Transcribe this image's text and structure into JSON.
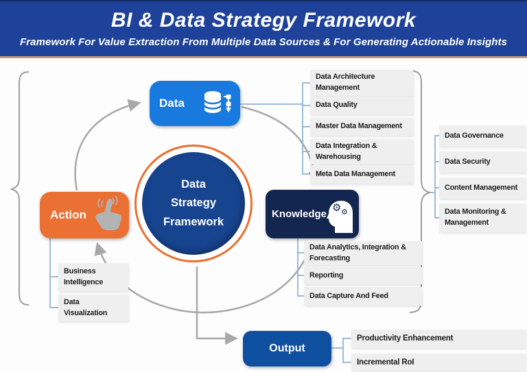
{
  "header": {
    "title": "BI & Data Strategy Framework",
    "subtitle": "Framework For Value Extraction From Multiple Data Sources & For Generating Actionable Insights"
  },
  "center_node": {
    "label": "Data\nStrategy\nFramework"
  },
  "nodes": {
    "data": {
      "label": "Data",
      "icon": "database-icon",
      "color": "#1879de"
    },
    "knowledge": {
      "label": "Knowledge",
      "icon": "head-gears-icon",
      "color": "#13264f"
    },
    "action": {
      "label": "Action",
      "icon": "click-hand-icon",
      "color": "#eb7034"
    },
    "output": {
      "label": "Output",
      "color": "#0f4fa0"
    }
  },
  "data_items": [
    "Data Architecture\nManagement",
    "Data Quality",
    "Master Data Management",
    "Data Integration &\nWarehousing",
    "Meta Data Management"
  ],
  "governance_items": [
    "Data Governance",
    "Data Security",
    "Content Management",
    "Data Monitoring &\nManagement"
  ],
  "knowledge_items": [
    "Data Analytics, Integration &\nForecasting",
    "Reporting",
    "Data Capture And Feed"
  ],
  "action_items": [
    "Business\nIntelligence",
    "Data\nVisualization"
  ],
  "output_items": [
    "Productivity Enhancement",
    "Incremental RoI"
  ],
  "colors": {
    "header_bg": "#1e429a",
    "header_border": "#c49a76",
    "accent_orange": "#e8702d",
    "node_blue": "#1879de",
    "node_navy": "#13264f",
    "center_blue": "#17448f",
    "output_blue": "#0f4fa0",
    "item_bg": "#efefef",
    "arrow_gray": "#a8a8a8",
    "brace_gray": "#9d9d9d",
    "connector_blue": "#7da7cc"
  }
}
